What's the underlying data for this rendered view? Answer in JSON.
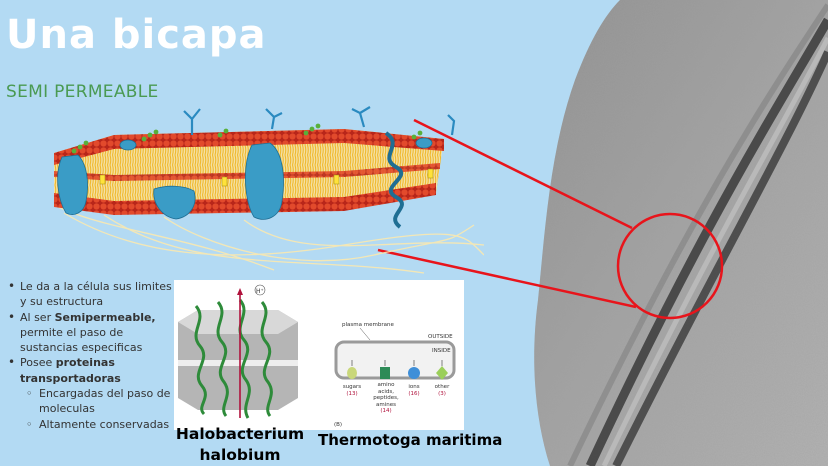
{
  "slide": {
    "title": "Una bicapa",
    "subtitle": "SEMI PERMEABLE"
  },
  "bullets": {
    "item1": "Le da a la célula sus limites y su estructura",
    "item2_prefix": "Al ser ",
    "item2_bold": "Semipermeable,",
    "item2_suffix": " permite el paso de sustancias especificas",
    "item3_prefix": "Posee ",
    "item3_bold": "proteinas transportadoras",
    "sub1": "Encargadas del paso de moleculas",
    "sub2": "Altamente conservadas"
  },
  "figure": {
    "panel_b_label": "(B)",
    "plasma_membrane": "plasma membrane",
    "outside": "OUTSIDE",
    "inside": "INSIDE",
    "h_plus": "H⁺",
    "substrates": [
      {
        "label": "sugars",
        "count": "(13)",
        "color": "#c9d77a"
      },
      {
        "label": "amino acids, peptides, amines",
        "count": "(14)",
        "color": "#2e8b57"
      },
      {
        "label": "ions",
        "count": "(16)",
        "color": "#3f8fd8"
      },
      {
        "label": "other",
        "count": "(3)",
        "color": "#9bcf5a"
      }
    ]
  },
  "captions": {
    "halobacterium": "Halobacterium halobium",
    "thermotoga": "Thermotoga maritima"
  },
  "colors": {
    "background": "#b3daf3",
    "title": "#ffffff",
    "subtitle": "#4a9a52",
    "callout": "#e8141b",
    "lipid_head": "#d8391f",
    "lipid_tail": "#f4c43a",
    "protein": "#3a9cc6"
  }
}
